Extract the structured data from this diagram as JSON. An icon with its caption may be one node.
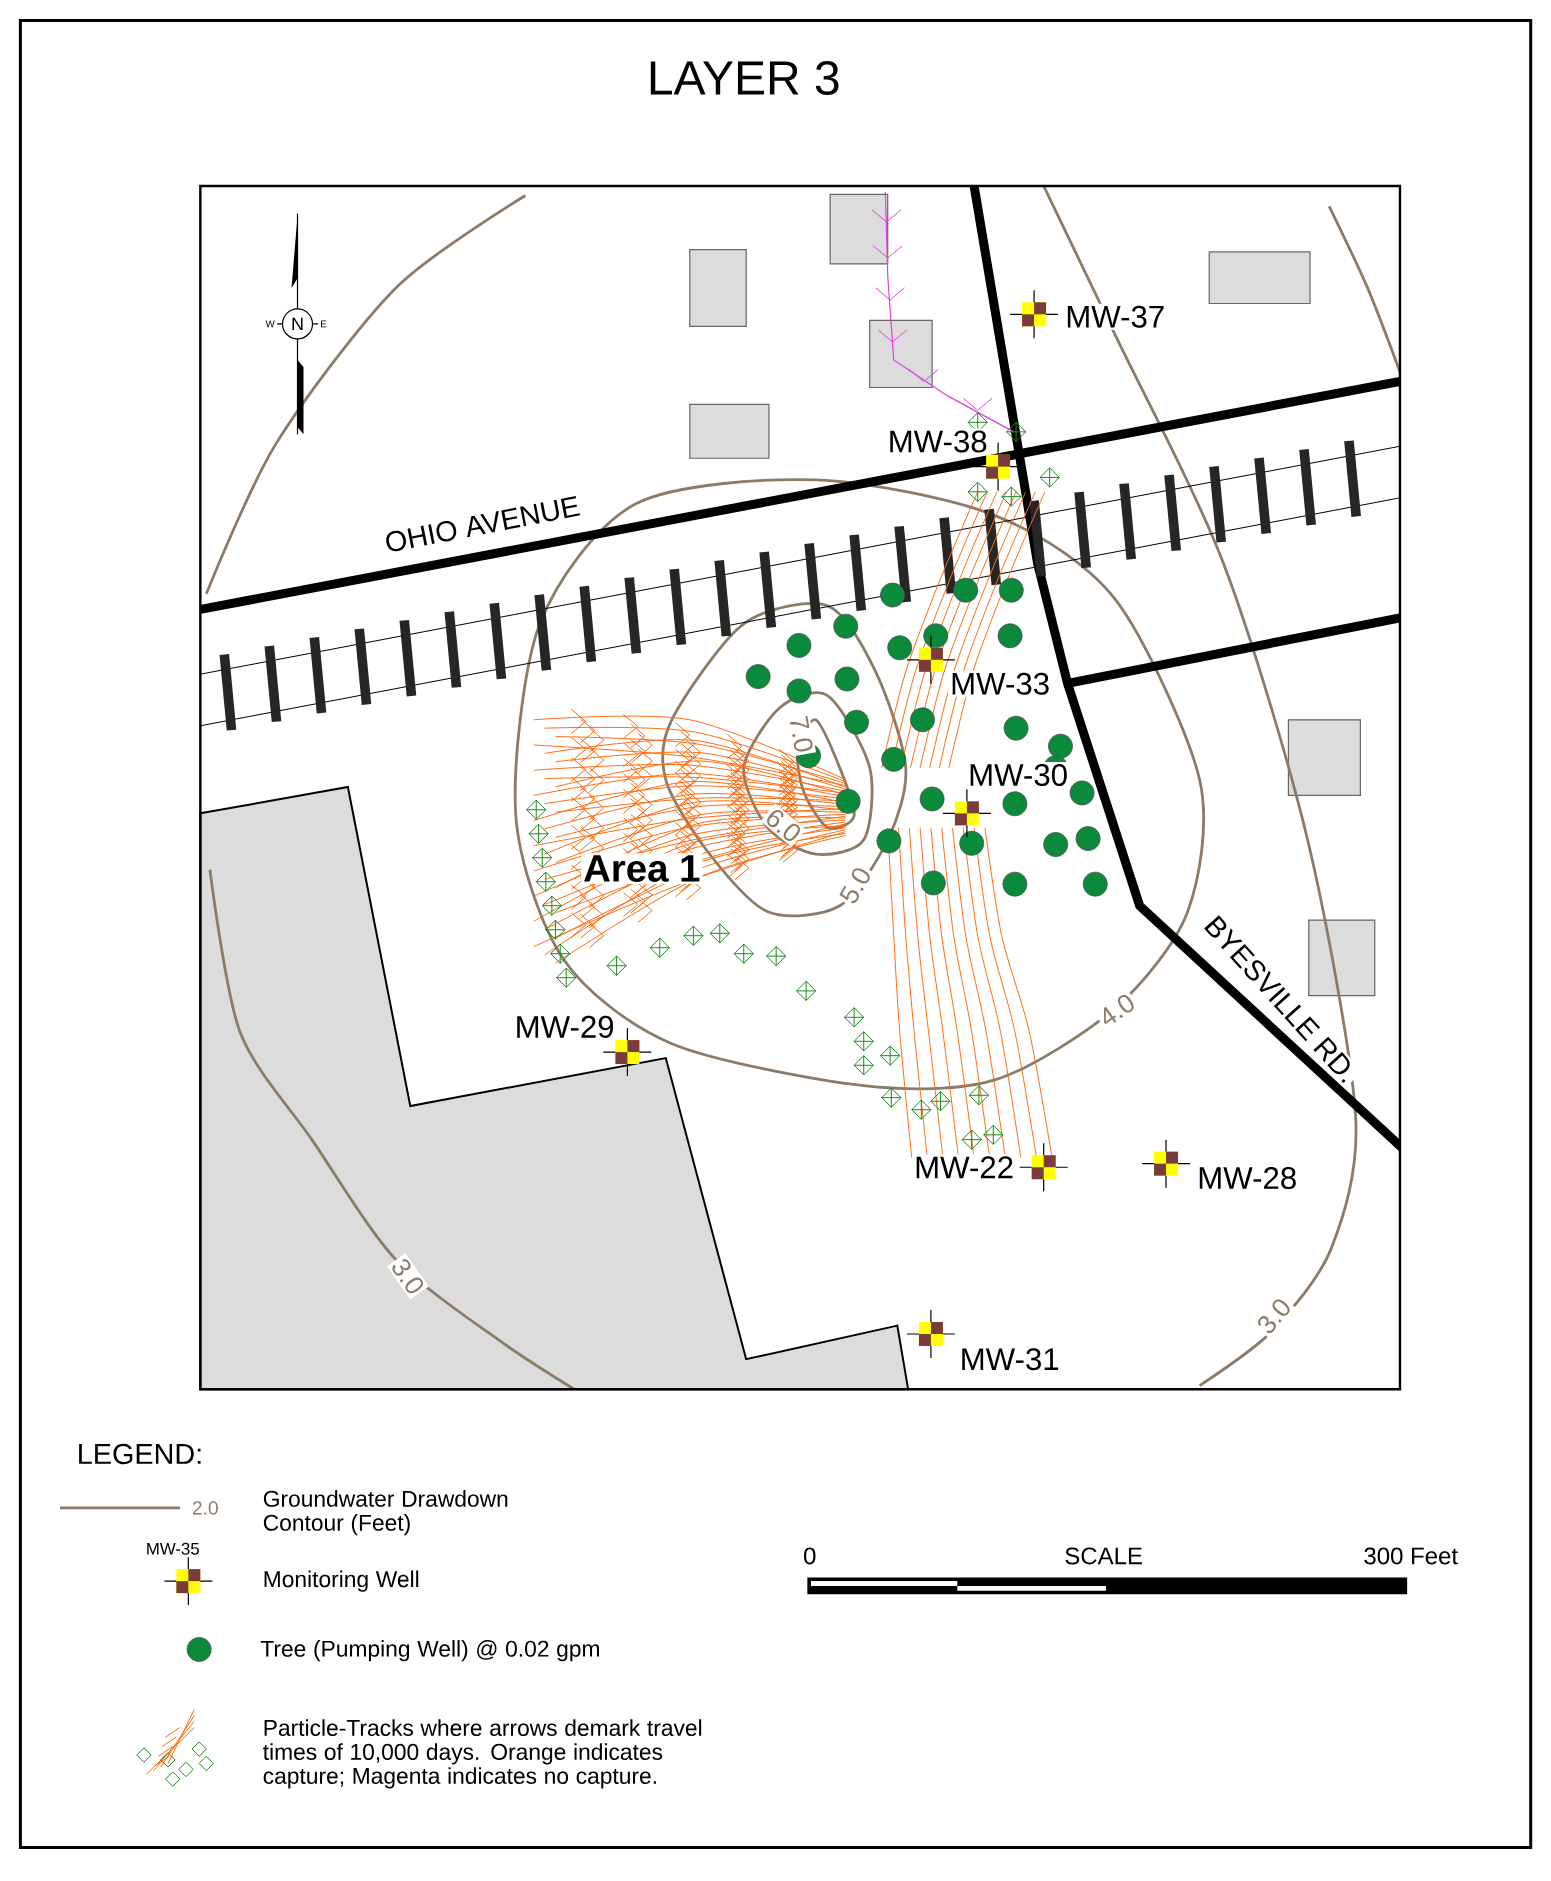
{
  "diagram": {
    "title": "LAYER 3",
    "labels": [
      "N",
      "W",
      "E",
      "MW-37",
      "MW-38",
      "OHIO AVENUE",
      "MW-33",
      "7.0",
      "MW-30",
      "6.0",
      "Area 1",
      "5.0",
      "BYESVILLE RD.",
      "4.0",
      "MW-29",
      "MW-22",
      "MW-28",
      "3.0",
      "3.0",
      "MW-31",
      "LEGEND:",
      "2.0",
      "MW-35",
      "0",
      "SCALE",
      "300 Feet"
    ],
    "legend": [
      {
        "text": "Groundwater Drawdown Contour (Feet)"
      },
      {
        "text": "Monitoring Well"
      },
      {
        "text": "Tree (Pumping Well) @ 0.02 gpm"
      },
      {
        "text": "Particle-Tracks where arrows demark travel times of 10,000 days.  Orange indicates capture; Magenta indicates no capture."
      }
    ]
  }
}
